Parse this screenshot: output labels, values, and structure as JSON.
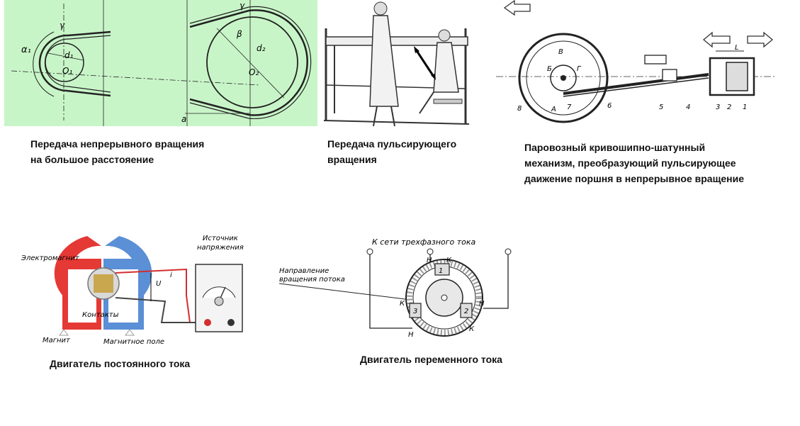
{
  "captions": {
    "belt": "Передача непрерывного вращения\nна большое расстояение",
    "pulse": "Передача пульсирующего\nвращения",
    "steam": "Паровозный  кривошипно-шатунный\n механизм, преобразующий пульсирующее\n даижение поршня в непрерывное вращение",
    "dc": "Двигатель постоянного тока",
    "ac": "Двигатель переменного тока"
  },
  "belt_labels": {
    "alpha1": "α₁",
    "gamma_left": "γ",
    "d1": "d₁",
    "o1": "O₁",
    "gamma_right": "γ",
    "beta": "β",
    "d2": "d₂",
    "o2": "O₂",
    "a": "a"
  },
  "steam_labels": {
    "v": "В",
    "b": "Б",
    "g": "Г",
    "a": "А",
    "n7": "7",
    "n8": "8",
    "n6": "6",
    "n5": "5",
    "n4": "4",
    "n3": "3",
    "n2": "2",
    "n1": "1",
    "L": "L"
  },
  "dc_labels": {
    "electromagnet": "Электромагнит",
    "source": "Источник\nнапряжения",
    "i": "i",
    "u": "U",
    "contacts": "Контакты",
    "magnet": "Магнит",
    "field": "Магнитное поле"
  },
  "ac_labels": {
    "network": "К сети трехфазного тока",
    "direction": "Направление\nвращения потока",
    "n_top": "Н",
    "k_top": "К",
    "n1": "1",
    "k_left": "К",
    "n3": "3",
    "n_bottom": "Н",
    "n2": "2",
    "k_right": "К",
    "n_right": "Н"
  },
  "colors": {
    "belt_background": "#c8f5c8",
    "magnet_red": "#e53935",
    "magnet_blue": "#5b8fd6",
    "wire_red": "#d32f2f"
  },
  "icons": {
    "arrow_left": "arrow-left-icon",
    "arrow_right": "arrow-right-icon"
  }
}
